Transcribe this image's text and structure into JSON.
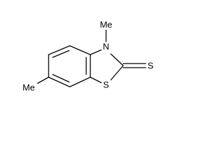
{
  "molecule": {
    "atoms": {
      "n_label": "N",
      "s_ring_label": "S",
      "s_thione_label": "S",
      "me_n_label": "Me",
      "me_ring_label": "Me"
    }
  }
}
